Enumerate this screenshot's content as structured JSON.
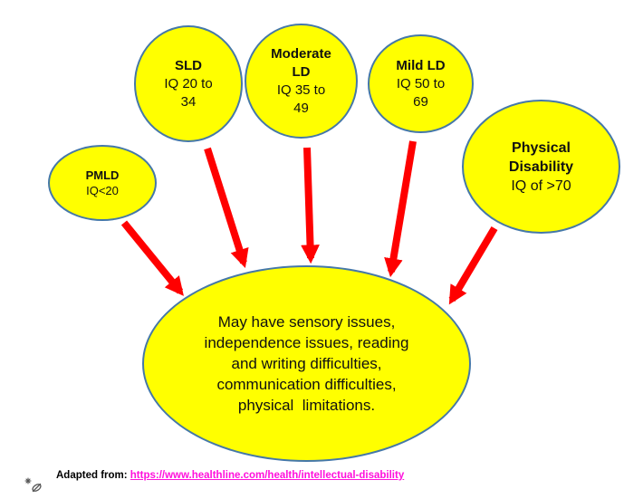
{
  "diagram": {
    "nodes": [
      {
        "id": "pmld",
        "title_lines": [
          "PMLD"
        ],
        "body_lines": [
          "IQ<20"
        ]
      },
      {
        "id": "sld",
        "title_lines": [
          "SLD"
        ],
        "body_lines": [
          "IQ 20 to",
          "34"
        ]
      },
      {
        "id": "moderate",
        "title_lines": [
          "Moderate",
          "LD"
        ],
        "body_lines": [
          "IQ 35 to",
          "49"
        ]
      },
      {
        "id": "mild",
        "title_lines": [
          "Mild LD"
        ],
        "body_lines": [
          "IQ 50 to",
          "69"
        ]
      },
      {
        "id": "physical",
        "title_lines": [
          "Physical",
          "Disability"
        ],
        "body_lines": [
          "IQ of >70"
        ]
      }
    ],
    "center": {
      "lines": [
        "May have sensory issues,",
        "independence issues, reading",
        "and writing difficulties,",
        "communication difficulties,",
        "physical  limitations."
      ]
    },
    "connections": [
      {
        "from": "pmld",
        "to": "center"
      },
      {
        "from": "sld",
        "to": "center"
      },
      {
        "from": "moderate",
        "to": "center"
      },
      {
        "from": "mild",
        "to": "center"
      },
      {
        "from": "physical",
        "to": "center"
      }
    ],
    "colors": {
      "node_fill": "#FFFF00",
      "node_border": "#4578A8",
      "arrow": "#FF0000",
      "link": "#FF10DC"
    }
  },
  "footer": {
    "prefix": "Adapted from: ",
    "link_text": "https://www.healthline.com/health/intellectual-disability",
    "link_url": "https://www.healthline.com/health/intellectual-disability"
  }
}
